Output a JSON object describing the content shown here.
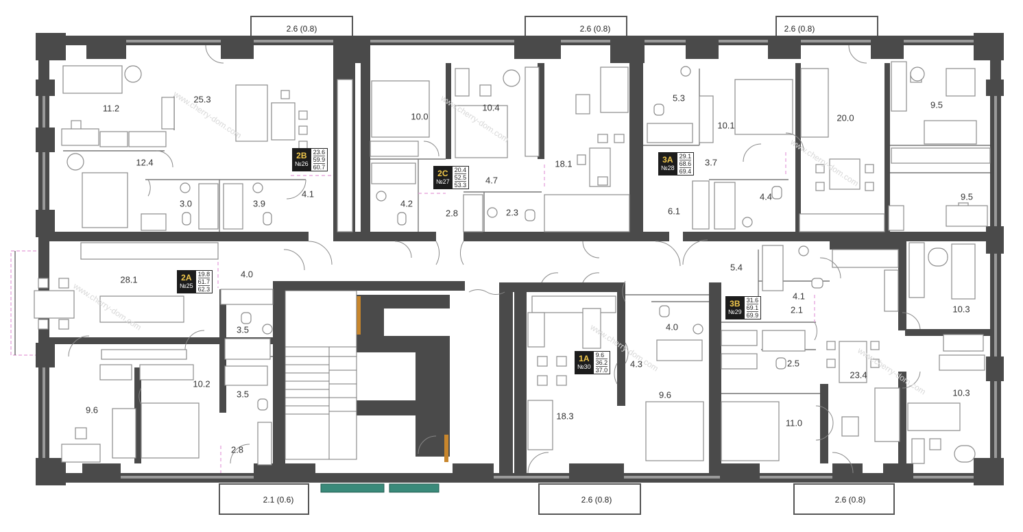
{
  "balconies": [
    {
      "id": "b1",
      "text": "2.6 (0.8)"
    },
    {
      "id": "b2",
      "text": "2.6 (0.8)"
    },
    {
      "id": "b3",
      "text": "2.6 (0.8)"
    },
    {
      "id": "b4",
      "text": "2.1 (0.6)"
    },
    {
      "id": "b5",
      "text": "2.6 (0.8)"
    },
    {
      "id": "b6",
      "text": "2.6 (0.8)"
    }
  ],
  "rooms": [
    {
      "text": "11.2"
    },
    {
      "text": "25.3"
    },
    {
      "text": "12.4"
    },
    {
      "text": "3.0"
    },
    {
      "text": "3.9"
    },
    {
      "text": "4.1"
    },
    {
      "text": "10.0"
    },
    {
      "text": "10.4"
    },
    {
      "text": "4.7"
    },
    {
      "text": "4.2"
    },
    {
      "text": "2.8"
    },
    {
      "text": "2.3"
    },
    {
      "text": "18.1"
    },
    {
      "text": "5.3"
    },
    {
      "text": "10.1"
    },
    {
      "text": "20.0"
    },
    {
      "text": "9.5"
    },
    {
      "text": "3.7"
    },
    {
      "text": "4.4"
    },
    {
      "text": "6.1"
    },
    {
      "text": "9.5"
    },
    {
      "text": "28.1"
    },
    {
      "text": "4.0"
    },
    {
      "text": "3.5"
    },
    {
      "text": "10.2"
    },
    {
      "text": "3.5"
    },
    {
      "text": "9.6"
    },
    {
      "text": "2.8"
    },
    {
      "text": "5.4"
    },
    {
      "text": "4.1"
    },
    {
      "text": "2.1"
    },
    {
      "text": "10.3"
    },
    {
      "text": "4.0"
    },
    {
      "text": "4.3"
    },
    {
      "text": "18.3"
    },
    {
      "text": "9.6"
    },
    {
      "text": "11.0"
    },
    {
      "text": "2.5"
    },
    {
      "text": "23.4"
    },
    {
      "text": "10.3"
    }
  ],
  "apartments": [
    {
      "type": "2B",
      "num": "№26",
      "a1": "23.6",
      "a2": "59.9",
      "a3": "60.7"
    },
    {
      "type": "2C",
      "num": "№27",
      "a1": "20.4",
      "a2": "52.5",
      "a3": "53.3"
    },
    {
      "type": "3A",
      "num": "№28",
      "a1": "29.1",
      "a2": "68.6",
      "a3": "69.4"
    },
    {
      "type": "2A",
      "num": "№25",
      "a1": "19.8",
      "a2": "61.7",
      "a3": "62.3"
    },
    {
      "type": "3B",
      "num": "№29",
      "a1": "31.6",
      "a2": "69.1",
      "a3": "69.9"
    },
    {
      "type": "1A",
      "num": "№30",
      "a1": "9.6",
      "a2": "36.2",
      "a3": "37.0"
    }
  ],
  "watermark": "www.cherry-dom.com"
}
